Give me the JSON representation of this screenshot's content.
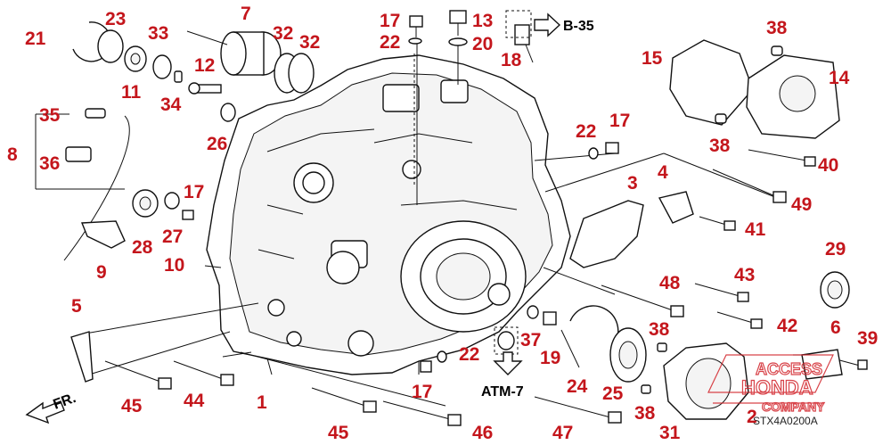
{
  "diagram": {
    "callouts": [
      "21",
      "23",
      "11",
      "33",
      "7",
      "12",
      "34",
      "32",
      "32",
      "17",
      "22",
      "13",
      "20",
      "18",
      "26",
      "35",
      "8",
      "36",
      "28",
      "27",
      "17",
      "9",
      "10",
      "5",
      "45",
      "44",
      "1",
      "45",
      "17",
      "22",
      "46",
      "47",
      "24",
      "25",
      "31",
      "37",
      "19",
      "38",
      "38",
      "2",
      "38",
      "3",
      "4",
      "41",
      "48",
      "43",
      "42",
      "29",
      "6",
      "39",
      "22",
      "17",
      "15",
      "38",
      "14",
      "40",
      "49"
    ],
    "refs": {
      "b35": "B-35",
      "atm7": "ATM-7",
      "front": "FR.",
      "code": "STX4A0200A"
    },
    "watermark": {
      "line1": "ACCESS",
      "line2": "HONDA",
      "line3": "COMPANY"
    },
    "colors": {
      "callout": "#c4161c",
      "watermark": "#d2232a"
    }
  }
}
